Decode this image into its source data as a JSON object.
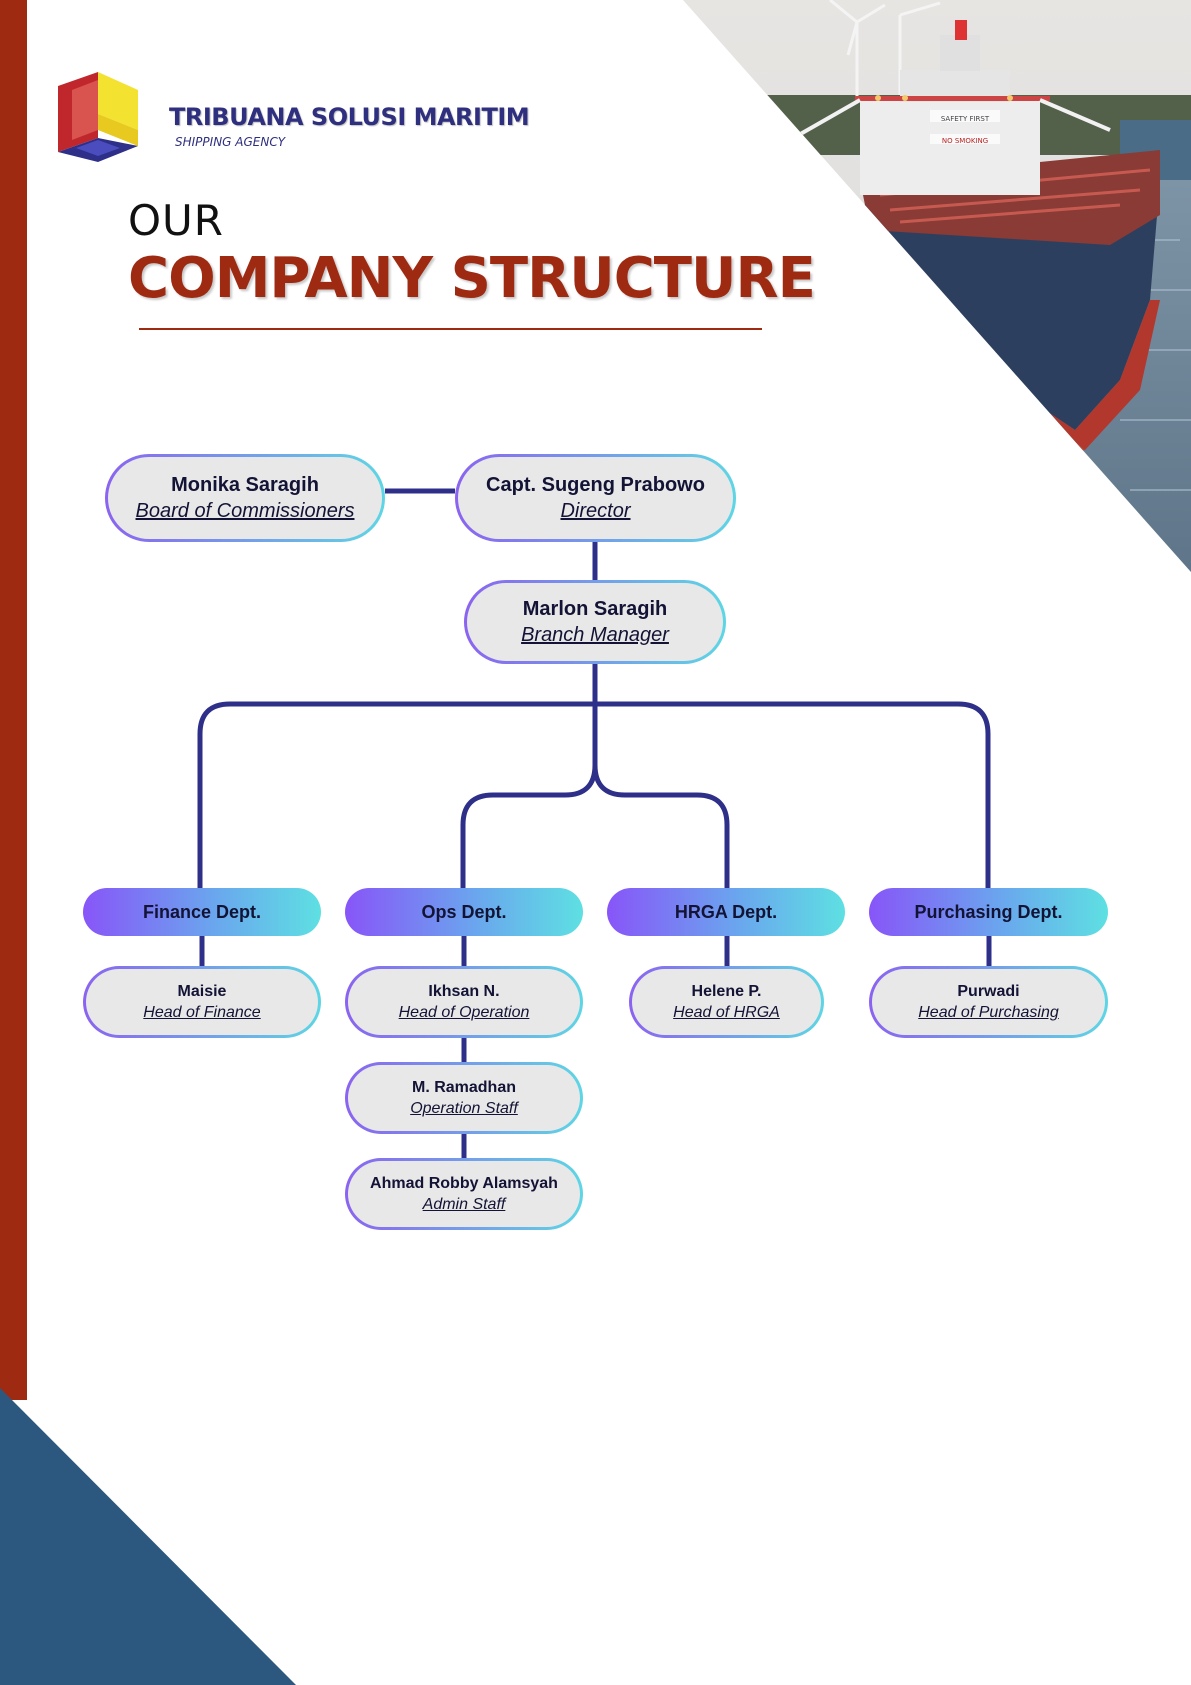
{
  "brand": {
    "name": "TRIBUANA SOLUSI MARITIM",
    "tagline": "SHIPPING AGENCY"
  },
  "title": {
    "line1": "OUR",
    "line2": "COMPANY STRUCTURE"
  },
  "colors": {
    "brand_red": "#9e2a12",
    "brand_navy": "#2f2f7f",
    "corner_blue": "#2c577e",
    "connector": "#2d2f88",
    "gradient_start": "#8855f8",
    "gradient_end": "#5ee0e2",
    "box_fill": "#e8e8e8"
  },
  "org": {
    "commissioner": {
      "name": "Monika Saragih",
      "role": "Board of Commissioners"
    },
    "director": {
      "name": "Capt. Sugeng Prabowo",
      "role": "Director"
    },
    "branch_manager": {
      "name": "Marlon Saragih",
      "role": "Branch Manager"
    },
    "departments": [
      {
        "label": "Finance Dept.",
        "staff": [
          {
            "name": "Maisie",
            "role": "Head of Finance"
          }
        ]
      },
      {
        "label": "Ops Dept.",
        "staff": [
          {
            "name": "Ikhsan N.",
            "role": "Head of Operation"
          },
          {
            "name": "M. Ramadhan",
            "role": "Operation Staff"
          },
          {
            "name": "Ahmad Robby Alamsyah",
            "role": "Admin Staff"
          }
        ]
      },
      {
        "label": "HRGA Dept.",
        "staff": [
          {
            "name": "Helene P.",
            "role": "Head of HRGA"
          }
        ]
      },
      {
        "label": "Purchasing Dept.",
        "staff": [
          {
            "name": "Purwadi",
            "role": "Head of Purchasing"
          }
        ]
      }
    ]
  },
  "ship_photo": {
    "sign_1": "SAFETY FIRST",
    "sign_2": "NO SMOKING"
  }
}
